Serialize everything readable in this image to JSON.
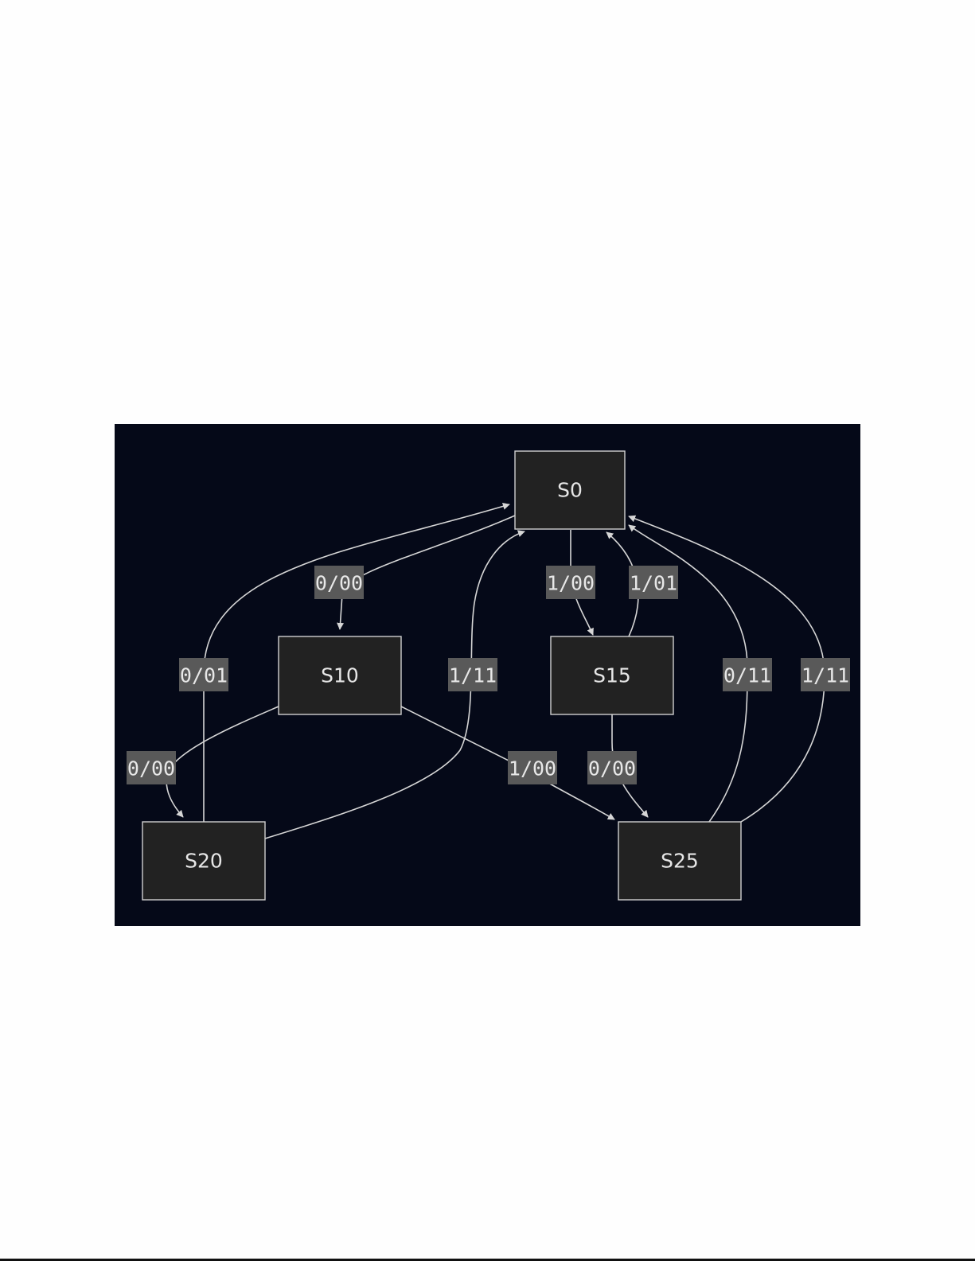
{
  "diagram": {
    "type": "state-machine",
    "colors": {
      "panel_background": "#050918",
      "node_fill": "#222222",
      "node_stroke": "#d0d0d0",
      "edge": "#d6d6d6",
      "label_background": "#595959",
      "text": "#e6e6e6"
    },
    "nodes": [
      {
        "id": "S0",
        "label": "S0"
      },
      {
        "id": "S10",
        "label": "S10"
      },
      {
        "id": "S15",
        "label": "S15"
      },
      {
        "id": "S20",
        "label": "S20"
      },
      {
        "id": "S25",
        "label": "S25"
      }
    ],
    "edges": [
      {
        "id": "e1",
        "from": "S0",
        "to": "S10",
        "label": "0/00"
      },
      {
        "id": "e2",
        "from": "S0",
        "to": "S15",
        "label": "1/00"
      },
      {
        "id": "e3",
        "from": "S10",
        "to": "S20",
        "label": "0/00"
      },
      {
        "id": "e4",
        "from": "S10",
        "to": "S25",
        "label": "1/00"
      },
      {
        "id": "e5",
        "from": "S15",
        "to": "S25",
        "label": "0/00"
      },
      {
        "id": "e6",
        "from": "S15",
        "to": "S0",
        "label": "1/01"
      },
      {
        "id": "e7",
        "from": "S20",
        "to": "S0",
        "label": "0/01"
      },
      {
        "id": "e8",
        "from": "S20",
        "to": "S0",
        "label": "1/11"
      },
      {
        "id": "e9",
        "from": "S25",
        "to": "S0",
        "label": "0/11"
      },
      {
        "id": "e10",
        "from": "S25",
        "to": "S0",
        "label": "1/11"
      }
    ]
  }
}
